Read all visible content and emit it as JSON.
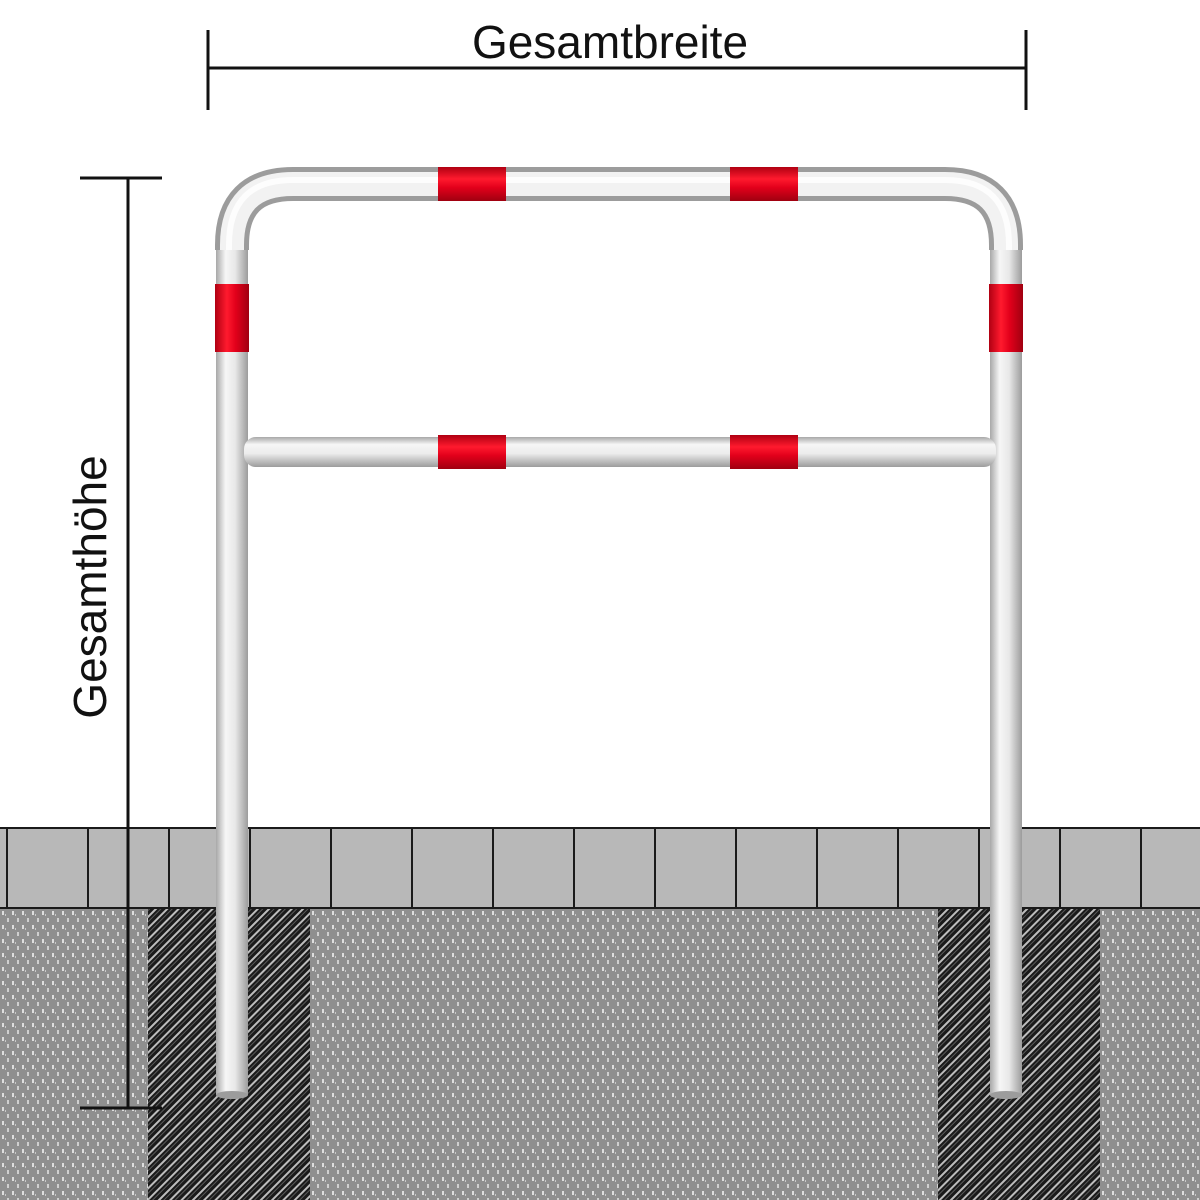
{
  "labels": {
    "width_label": "Gesamtbreite",
    "height_label": "Gesamthöhe"
  },
  "colors": {
    "background": "#ffffff",
    "pipe_light": "#f4f4f4",
    "pipe_mid": "#d6d6d6",
    "pipe_dark": "#9a9a9a",
    "reflective_band": "#e3001b",
    "reflective_band_dark": "#a80012",
    "paving_stone": "#b8b8b8",
    "paving_joint": "#1a1a1a",
    "ground": "#8f8f8f",
    "ground_speckle": "#d9d9d9",
    "foundation_hatch": "#151515",
    "dimension_line": "#111111"
  },
  "icons": {
    "barrier": "u-shaped-barrier-hoop",
    "reflective_band": "red-reflective-stripe",
    "foundation": "concrete-foundation-hatch"
  }
}
